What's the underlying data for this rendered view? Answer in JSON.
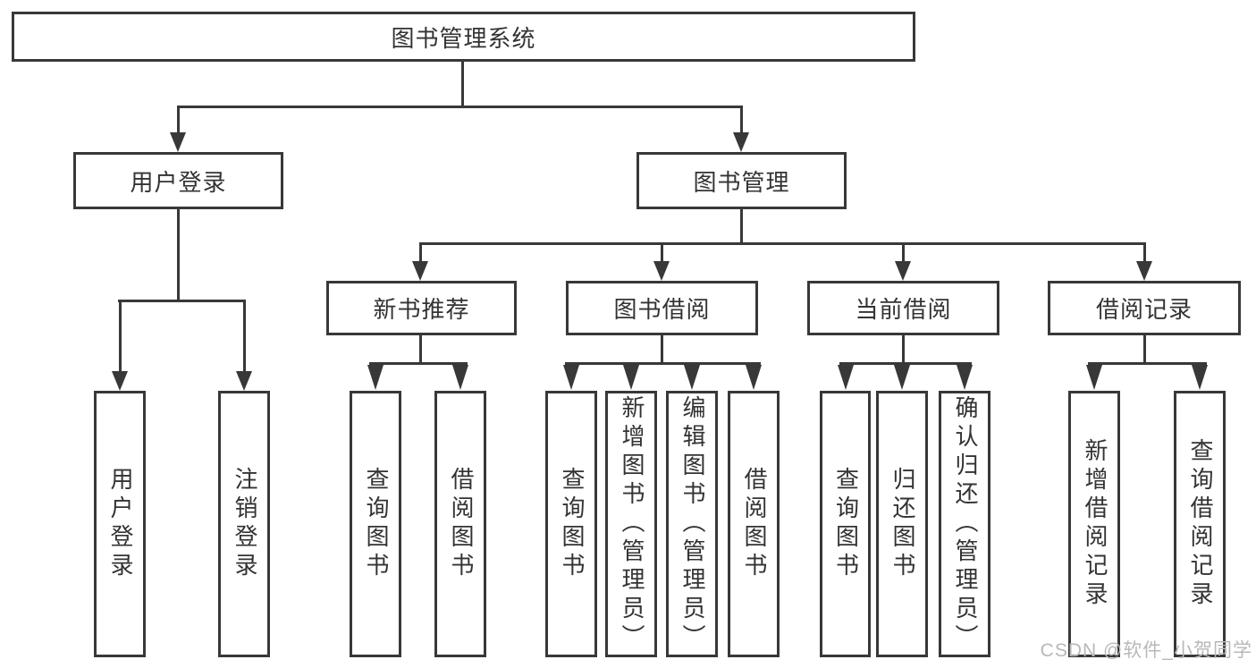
{
  "colors": {
    "line": "#383838",
    "text": "#333333",
    "box_background": "#ffffff",
    "watermark": "#b8b8b8"
  },
  "diagram": {
    "root": {
      "label": "图书管理系统"
    },
    "branches": [
      {
        "label": "用户登录",
        "children": [
          "用户登录",
          "注销登录"
        ]
      },
      {
        "label": "图书管理",
        "children": [
          {
            "label": "新书推荐",
            "children": [
              "查询图书",
              "借阅图书"
            ]
          },
          {
            "label": "图书借阅",
            "children": [
              "查询图书",
              "新增图书（管理员）",
              "编辑图书（管理员）",
              "借阅图书"
            ]
          },
          {
            "label": "当前借阅",
            "children": [
              "查询图书",
              "归还图书",
              "确认归还（管理员）"
            ]
          },
          {
            "label": "借阅记录",
            "children": [
              "新增借阅记录",
              "查询借阅记录"
            ]
          }
        ]
      }
    ]
  },
  "watermark": {
    "text": "CSDN @软件_小贺同学"
  }
}
